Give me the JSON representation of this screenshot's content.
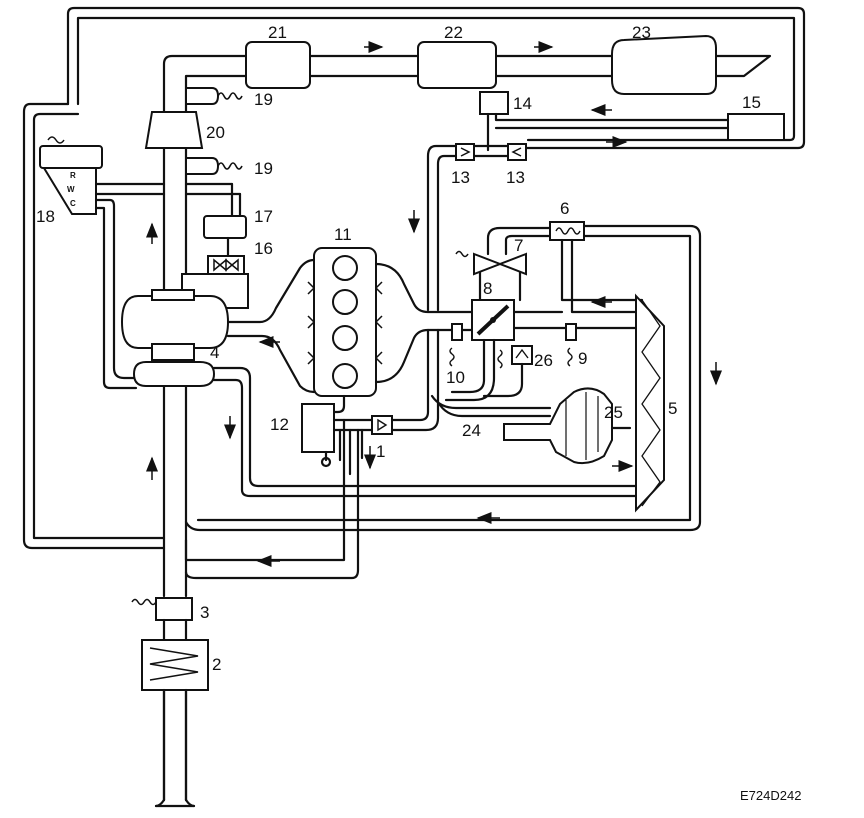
{
  "diagram": {
    "code": "E724D242",
    "callouts": [
      "1",
      "2",
      "3",
      "4",
      "5",
      "6",
      "7",
      "8",
      "9",
      "10",
      "11",
      "12",
      "13",
      "13",
      "14",
      "15",
      "16",
      "17",
      "18",
      "19",
      "19",
      "20",
      "21",
      "22",
      "23",
      "24",
      "25",
      "26"
    ],
    "solenoid_ports": [
      "R",
      "W",
      "C"
    ]
  }
}
